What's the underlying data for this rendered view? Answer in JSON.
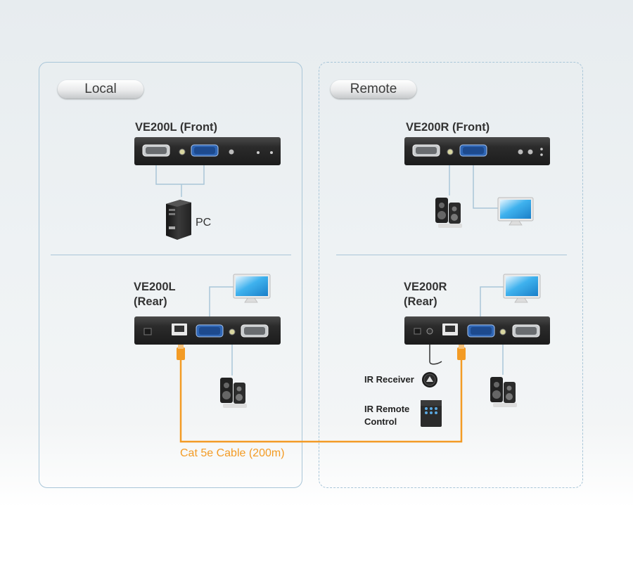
{
  "local": {
    "title": "Local",
    "front_label": "VE200L (Front)",
    "rear_label": "VE200L\n(Rear)",
    "pc_label": "PC"
  },
  "remote": {
    "title": "Remote",
    "front_label": "VE200R (Front)",
    "rear_label": "VE200R\n(Rear)",
    "ir_receiver_label": "IR Receiver",
    "ir_remote_label": "IR Remote\nControl"
  },
  "cable": {
    "label": "Cat 5e Cable (200m)"
  },
  "colors": {
    "panel_border": "#a9c6d8",
    "cable": "#f39b25",
    "device": "#2e2e2e",
    "vga_port": "#2f66b5"
  },
  "icons": [
    "pc-tower-icon",
    "monitor-icon",
    "speakers-icon",
    "ir-receiver-icon",
    "remote-control-icon",
    "rj45-connector-icon"
  ]
}
